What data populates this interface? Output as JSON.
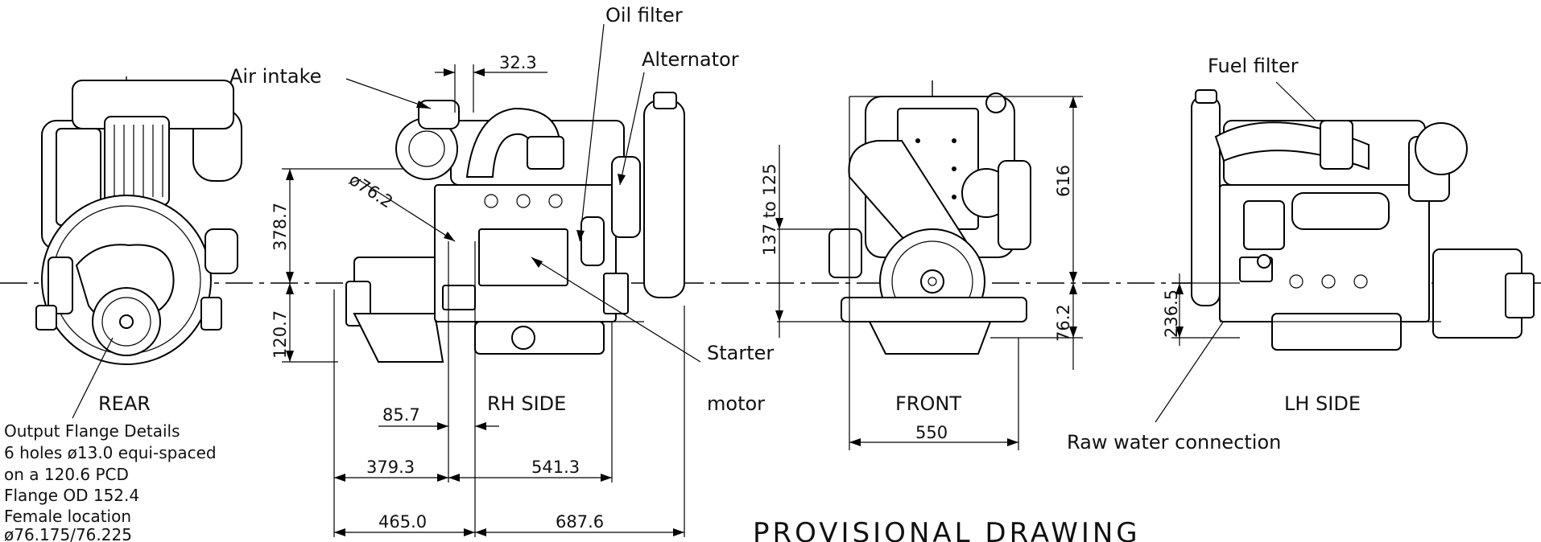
{
  "views": {
    "rear": "REAR",
    "rh_side": "RH SIDE",
    "front": "FRONT",
    "lh_side": "LH SIDE"
  },
  "callouts": {
    "oil_filter": "Oil filter",
    "alternator": "Alternator",
    "air_intake": "Air intake",
    "fuel_filter": "Fuel filter",
    "starter_line1": "Starter",
    "starter_line2": "motor",
    "raw_water": "Raw water connection"
  },
  "dimensions": {
    "d32_3": "32.3",
    "d76_2_dia": "ø76.2",
    "d378_7": "378.7",
    "d120_7": "120.7",
    "d137_125": "137 to 125",
    "d616": "616",
    "d76_2": "76.2",
    "d236_5": "236.5",
    "d85_7": "85.7",
    "d379_3": "379.3",
    "d541_3": "541.3",
    "d465_0": "465.0",
    "d687_6": "687.6",
    "d550": "550"
  },
  "flange_notes": [
    "Output Flange Details",
    "6 holes ø13.0 equi-spaced",
    "on a 120.6 PCD",
    "Flange OD 152.4",
    "Female location",
    "ø76.175/76.225"
  ],
  "footer": {
    "provisional": "PROVISIONAL DRAWING"
  }
}
